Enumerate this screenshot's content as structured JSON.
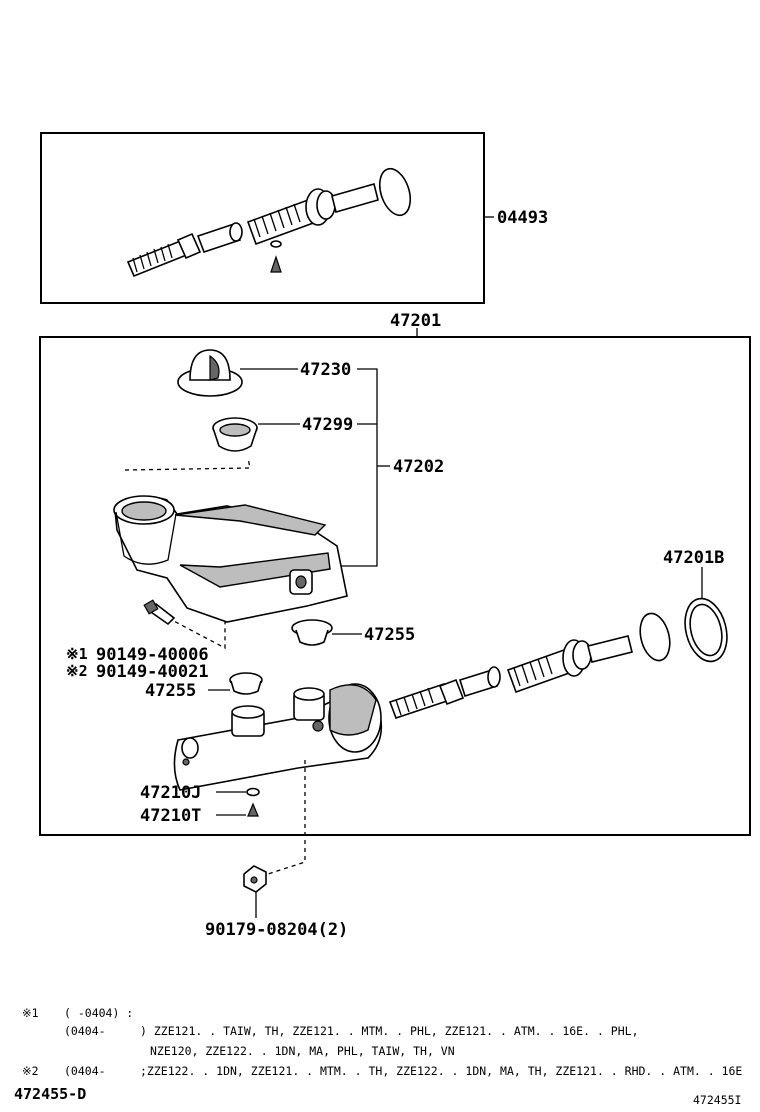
{
  "labels": {
    "kit": "04493",
    "master_cylinder_assy": "47201",
    "reservoir_cap": "47230",
    "strainer": "47299",
    "reservoir_sub_assy": "47202",
    "ring": "47201B",
    "grommet_upper": "47255",
    "grommet_lower": "47255",
    "screw_1": "90149-40006",
    "screw_2": "90149-40021",
    "gasket": "47210J",
    "plug": "47210T",
    "nut": "90179-08204(2)",
    "ref_1": "※1",
    "ref_2": "※2"
  },
  "notes": {
    "n1_marker": "※1",
    "n1_range": "(      -0404) :",
    "n1_line2_range": "(0404-",
    "n1_line2": ") ZZE121. . TAIW, TH, ZZE121. . MTM. . PHL, ZZE121. . ATM. . 16E. . PHL,",
    "n1_line3": "NZE120, ZZE122. . 1DN, MA, PHL, TAIW, TH, VN",
    "n2_marker": "※2",
    "n2_range": "(0404-",
    "n2_line": ";ZZE122. . 1DN, ZZE121. . MTM. . TH, ZZE122. . 1DN, MA, TH, ZZE121. . RHD. . ATM. . 16E"
  },
  "footer": {
    "diagram_code": "472455-D",
    "image_code": "472455I"
  }
}
